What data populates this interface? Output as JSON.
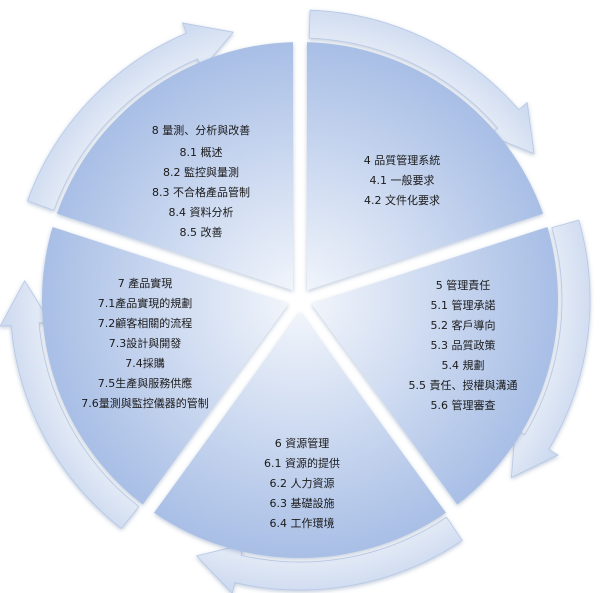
{
  "colors": {
    "segment_light": "#f4f7fc",
    "segment_dark": "#a9bfe6",
    "arrow_light": "#ffffff",
    "arrow_dark": "#c8d6ee",
    "text": "#1a1a1a"
  },
  "segments": [
    {
      "id": "seg-8",
      "lines": [
        "8 量測、分析與改善",
        "8.1 概述",
        "8.2 監控與量測",
        "8.3 不合格產品管制",
        "8.4 資料分析",
        "8.5 改善"
      ]
    },
    {
      "id": "seg-4",
      "lines": [
        "4 品質管理系統",
        "4.1 一般要求",
        "4.2 文件化要求"
      ]
    },
    {
      "id": "seg-5",
      "lines": [
        "5 管理責任",
        "5.1 管理承諾",
        "5.2 客戶導向",
        "5.3 品質政策",
        "5.4 規劃",
        "5.5 責任、授權與溝通",
        "5.6 管理審查"
      ]
    },
    {
      "id": "seg-6",
      "lines": [
        "6 資源管理",
        "6.1 資源的提供",
        "6.2 人力資源",
        "6.3 基礎設施",
        "6.4 工作環境"
      ]
    },
    {
      "id": "seg-7",
      "lines": [
        "7 產品實現",
        "7.1產品實現的規劃",
        "7.2顧客相關的流程",
        "7.3設計與開發",
        "7.4採購",
        "7.5生產與服務供應",
        "7.6量測與監控儀器的管制"
      ]
    }
  ]
}
